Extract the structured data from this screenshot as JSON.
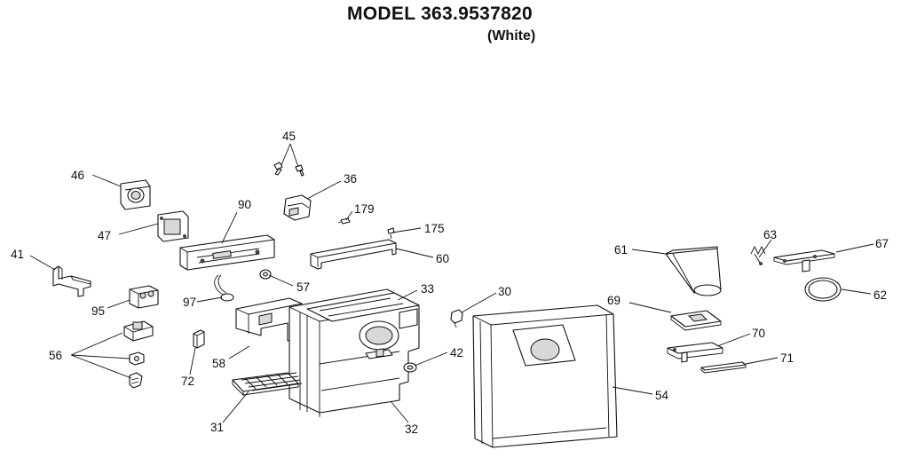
{
  "title": "MODEL 363.9537820",
  "subtitle": "(White)",
  "callouts": [
    {
      "id": "45",
      "label": "45"
    },
    {
      "id": "46",
      "label": "46"
    },
    {
      "id": "36",
      "label": "36"
    },
    {
      "id": "90",
      "label": "90"
    },
    {
      "id": "179",
      "label": "179"
    },
    {
      "id": "175",
      "label": "175"
    },
    {
      "id": "47",
      "label": "47"
    },
    {
      "id": "41",
      "label": "41"
    },
    {
      "id": "60",
      "label": "60"
    },
    {
      "id": "57",
      "label": "57"
    },
    {
      "id": "33",
      "label": "33"
    },
    {
      "id": "30",
      "label": "30"
    },
    {
      "id": "95",
      "label": "95"
    },
    {
      "id": "97",
      "label": "97"
    },
    {
      "id": "56",
      "label": "56"
    },
    {
      "id": "58",
      "label": "58"
    },
    {
      "id": "72",
      "label": "72"
    },
    {
      "id": "42",
      "label": "42"
    },
    {
      "id": "31",
      "label": "31"
    },
    {
      "id": "32",
      "label": "32"
    },
    {
      "id": "54",
      "label": "54"
    },
    {
      "id": "61",
      "label": "61"
    },
    {
      "id": "63",
      "label": "63"
    },
    {
      "id": "67",
      "label": "67"
    },
    {
      "id": "62",
      "label": "62"
    },
    {
      "id": "69",
      "label": "69"
    },
    {
      "id": "70",
      "label": "70"
    },
    {
      "id": "71",
      "label": "71"
    }
  ]
}
